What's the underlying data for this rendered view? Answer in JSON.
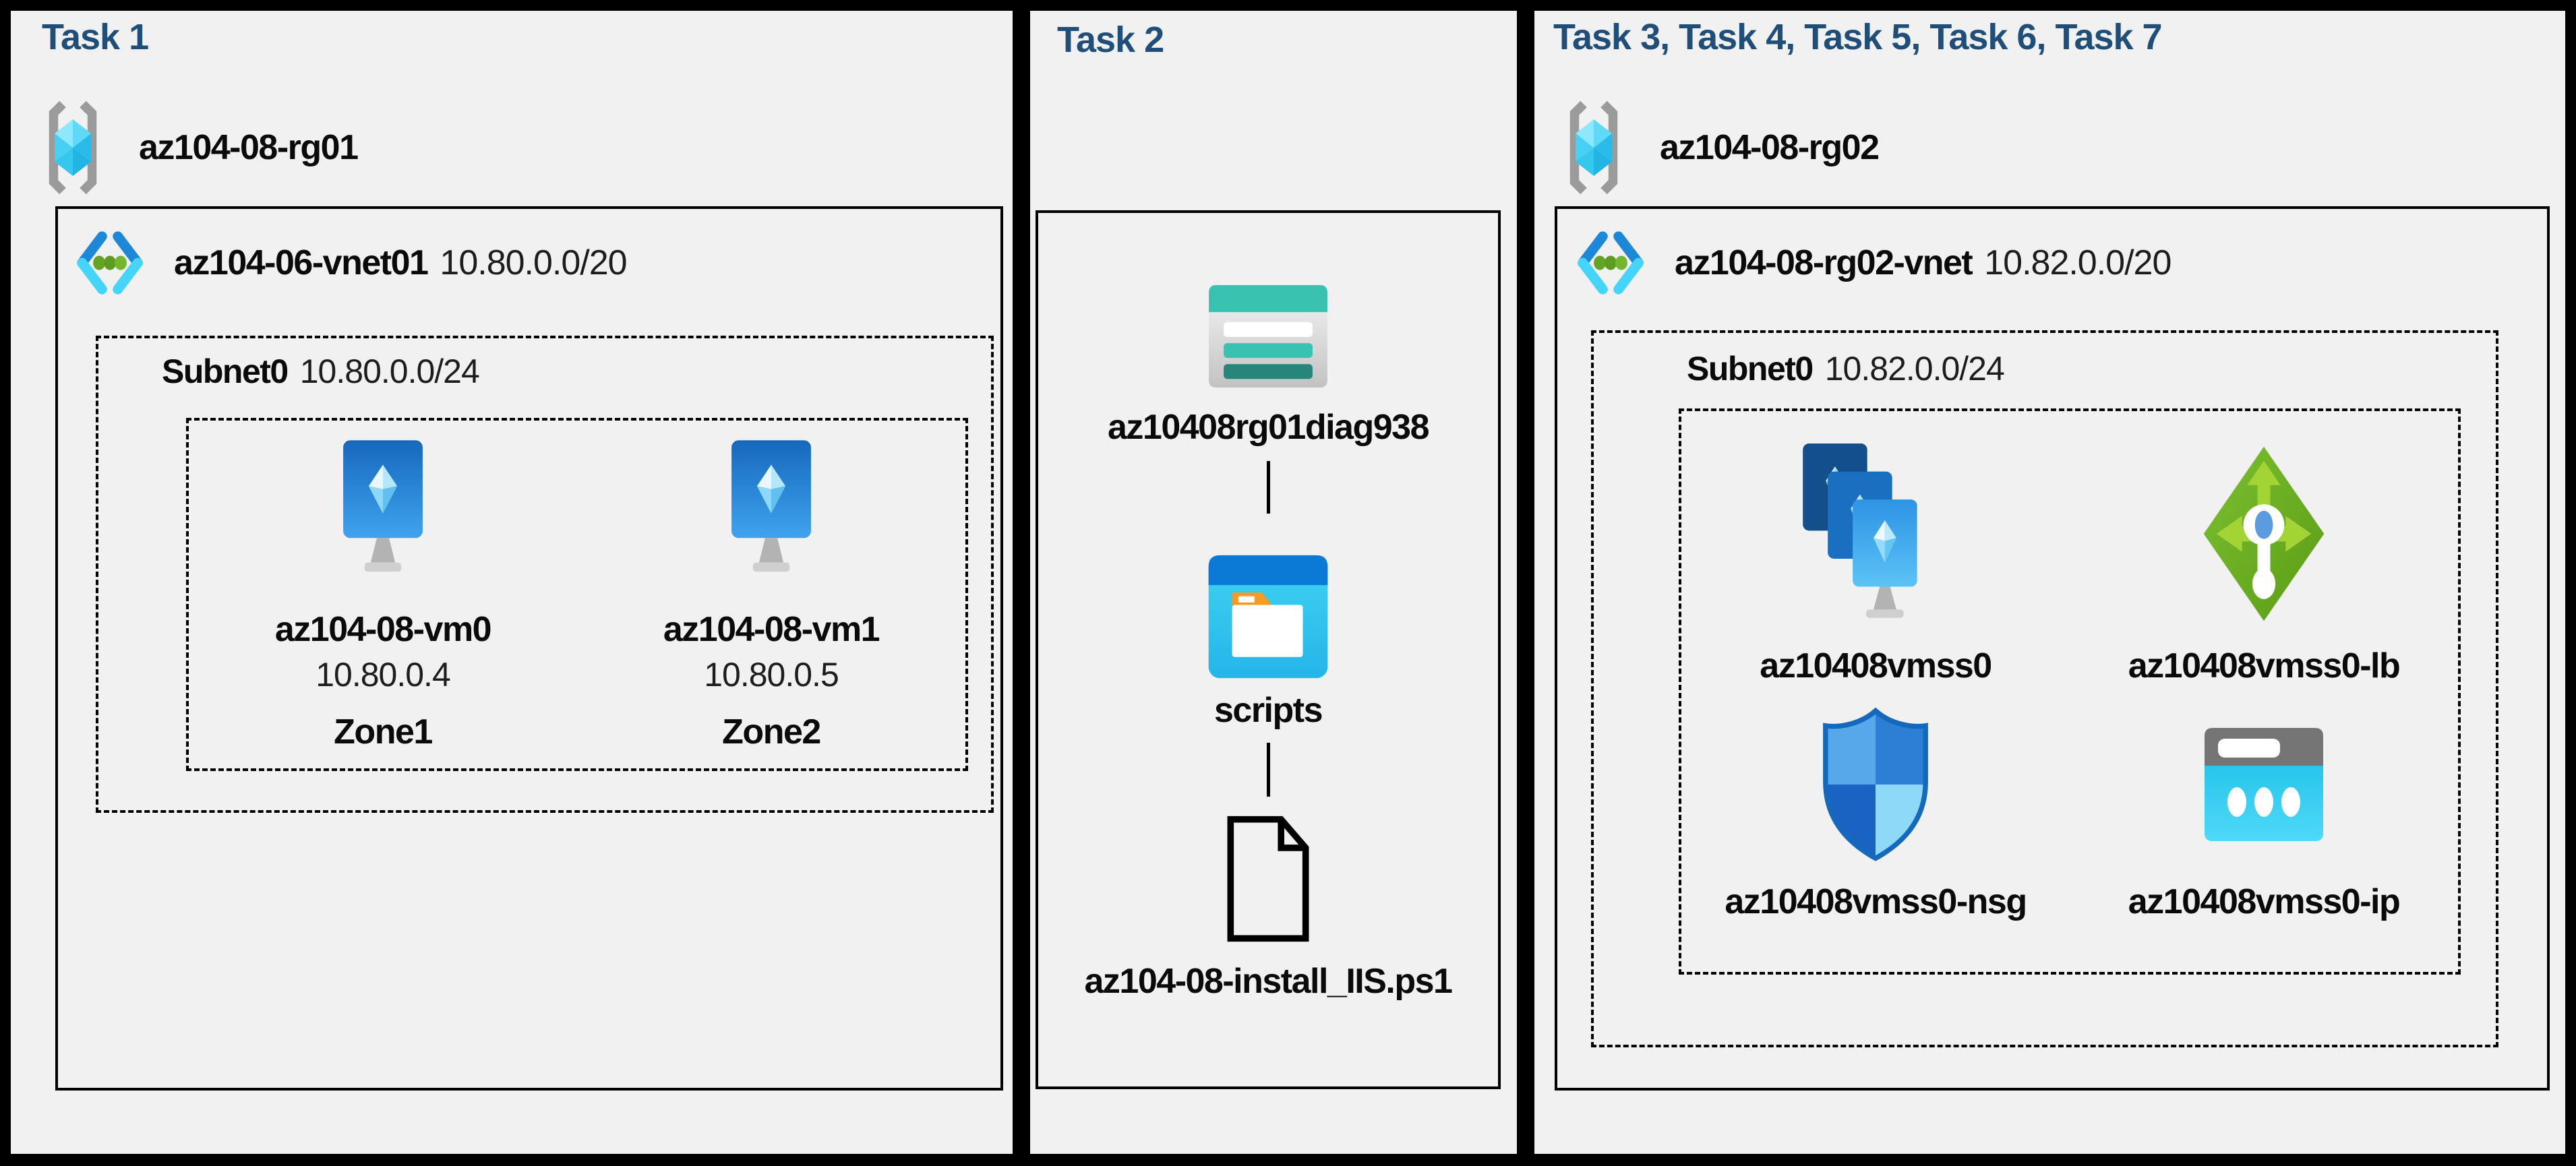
{
  "colors": {
    "background": "#000000",
    "panel_background": "#f1f1f1",
    "title_navy": "#1f4e79",
    "storage_teal": "#38c3b0",
    "storage_dark_teal": "#28857a",
    "azure_blue": "#1e88d8",
    "vnet_cyan": "#45d5fb",
    "lb_green": "#6aa51e"
  },
  "panels": {
    "task1": {
      "title": "Task 1",
      "resource_group": "az104-08-rg01",
      "vnet_name": "az104-06-vnet01",
      "vnet_cidr": "10.80.0.0/20",
      "subnet_name": "Subnet0",
      "subnet_cidr": "10.80.0.0/24",
      "vms": [
        {
          "name": "az104-08-vm0",
          "ip": "10.80.0.4",
          "zone": "Zone1"
        },
        {
          "name": "az104-08-vm1",
          "ip": "10.80.0.5",
          "zone": "Zone2"
        }
      ]
    },
    "task2": {
      "title": "Task 2",
      "storage_account": "az10408rg01diag938",
      "container": "scripts",
      "script_file": "az104-08-install_IIS.ps1"
    },
    "task3": {
      "title": "Task 3, Task 4, Task 5, Task 6, Task 7",
      "resource_group": "az104-08-rg02",
      "vnet_name": "az104-08-rg02-vnet",
      "vnet_cidr": "10.82.0.0/20",
      "subnet_name": "Subnet0",
      "subnet_cidr": "10.82.0.0/24",
      "resources": [
        {
          "name": "az10408vmss0"
        },
        {
          "name": "az10408vmss0-lb"
        },
        {
          "name": "az10408vmss0-nsg"
        },
        {
          "name": "az10408vmss0-ip"
        }
      ]
    }
  }
}
